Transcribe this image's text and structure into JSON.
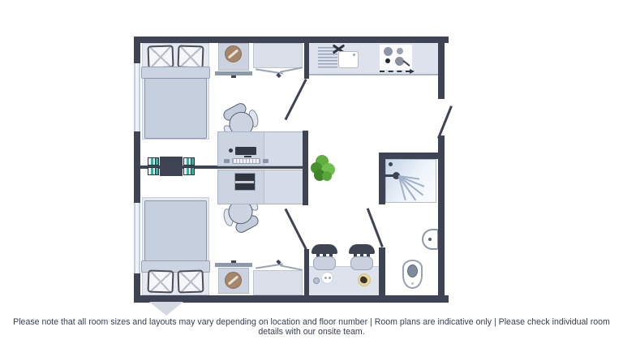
{
  "theme": {
    "wall": "#3e4454",
    "window": "#c3cfe0",
    "furniture": "#ccd4e2",
    "furniture_light": "#dde2ec",
    "dark_item": "#343947",
    "teal": "#3fa99c",
    "plant": "#5fae3f",
    "lamp": "#a5866a",
    "plate": "#e8d79c",
    "marker": "#d3d8e2",
    "text": "#3a4051"
  },
  "disclaimer": {
    "text": "Please note that all room sizes and layouts may vary depending on location and floor number  | Room plans are indicative only | Please check individual room details with our onsite team."
  },
  "floor_plan": {
    "description": "Twin studio room floor plan, dark slate walls on white floor",
    "areas": [
      "sleeping-study-area",
      "kitchen",
      "breakfast-bar",
      "shower-room"
    ],
    "icons": {
      "bed-icon": "2 single beds each with two creased pillows, folded duvet",
      "nightstand-icon": "2 nightstands with round brown lamp",
      "wardrobe-icon": "2 wardrobes with open-door lines",
      "desk-icon": "back-to-back desks: monitor, keyboard, mouse on one; laptop on other",
      "office-chair-icon": "2 swivel chairs with backrest and armrests",
      "bookshelf-icon": "double-sided shelf room divider with teal books",
      "plant-icon": "green leafy plant beside desks",
      "sink-icon": "kitchen sink with draining board and cross faucet",
      "hob-icon": "4-ring hob with hatched pan and dashed arrow",
      "stool-icon": "2 bar stools at breakfast counter",
      "plate-icon": "cup, plate with snack, plate with croissant",
      "shower-icon": "shower enclosure with head and spray lines",
      "washbasin-icon": "wall-mounted basin with tap",
      "toilet-icon": "toilet with oval seat",
      "window-icon": "2 windows in left wall",
      "door-icon": "entrance door in right wall, two room doors, bathroom door",
      "location-pointer-icon": "light grey downward triangle under bottom wall"
    }
  }
}
